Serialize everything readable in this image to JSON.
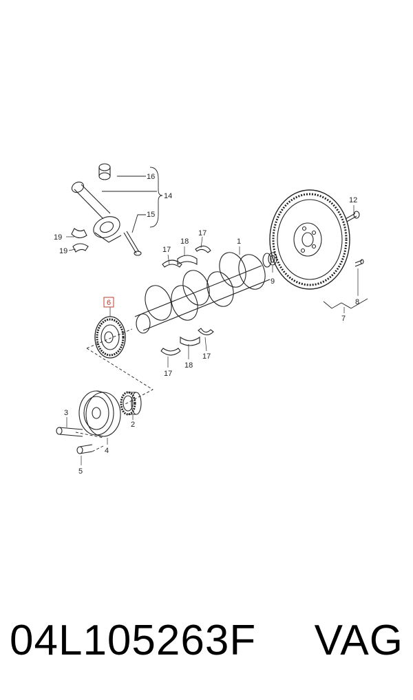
{
  "callouts": {
    "c1": "1",
    "c2": "2",
    "c3": "3",
    "c4": "4",
    "c5": "5",
    "c6": "6",
    "c7": "7",
    "c8": "8",
    "c9": "9",
    "c12": "12",
    "c14": "14",
    "c15": "15",
    "c16": "16",
    "c17a": "17",
    "c17b": "17",
    "c17c": "17",
    "c17d": "17",
    "c18a": "18",
    "c18b": "18",
    "c19a": "19",
    "c19b": "19"
  },
  "highlight_color": "#c0392b",
  "footer": {
    "part_number": "04L105263F",
    "brand": "VAG"
  }
}
